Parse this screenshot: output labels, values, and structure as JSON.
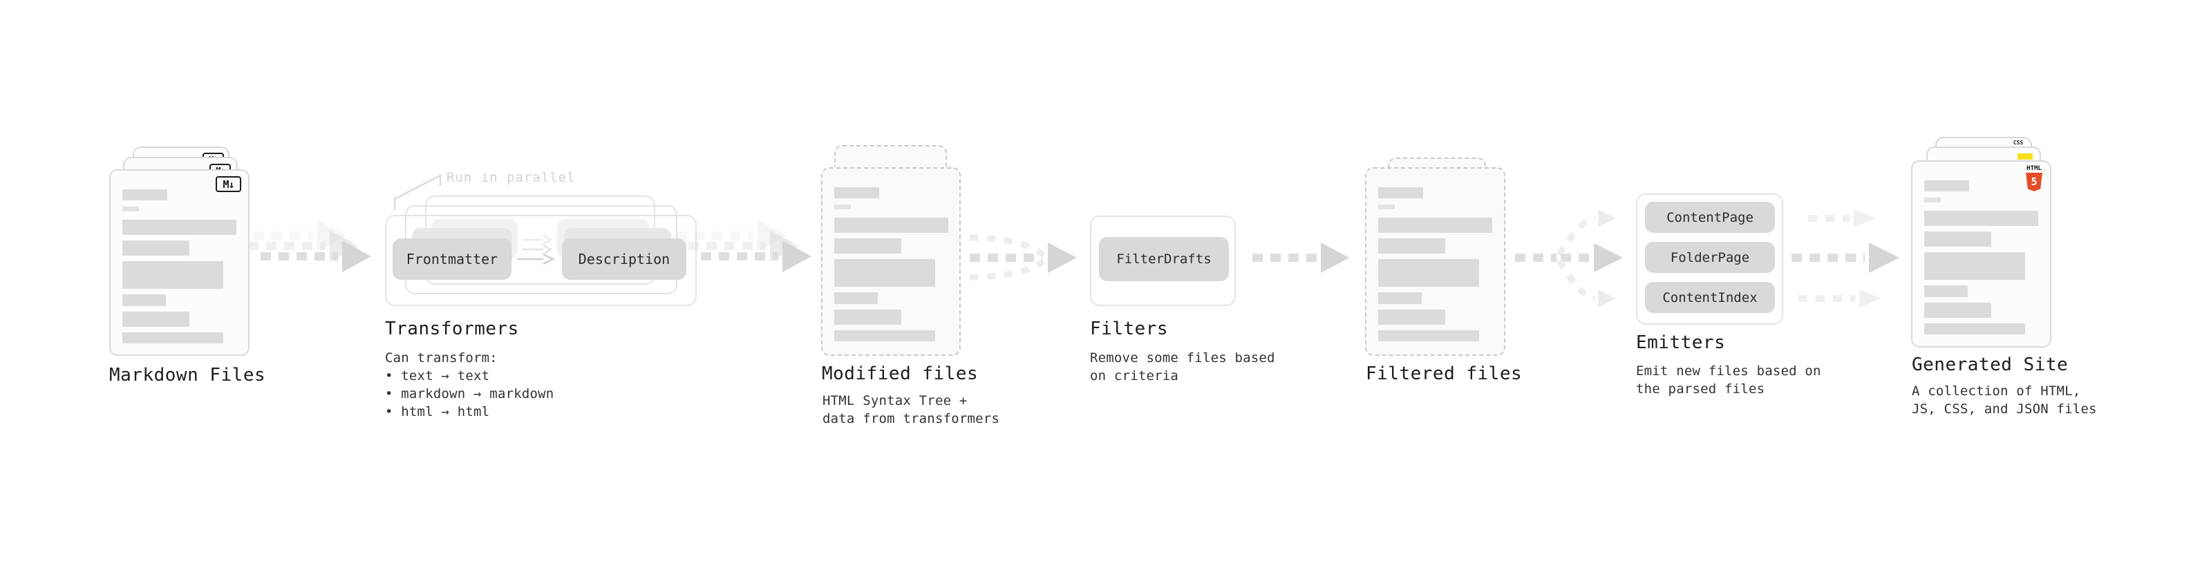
{
  "stages": {
    "markdown_files": {
      "title": "Markdown Files",
      "badge": "M↓"
    },
    "transformers": {
      "title": "Transformers",
      "note": "Run in parallel",
      "steps": [
        "Frontmatter",
        "Description"
      ],
      "description": "Can transform:\n • text → text\n • markdown → markdown\n • html → html"
    },
    "modified_files": {
      "title": "Modified files",
      "description": "HTML Syntax Tree +\ndata from transformers"
    },
    "filters": {
      "title": "Filters",
      "items": [
        "FilterDrafts"
      ],
      "description": "Remove some files based\non criteria"
    },
    "filtered_files": {
      "title": "Filtered files"
    },
    "emitters": {
      "title": "Emitters",
      "items": [
        "ContentPage",
        "FolderPage",
        "ContentIndex"
      ],
      "description": "Emit new files based on\nthe parsed files"
    },
    "generated_site": {
      "title": "Generated Site",
      "description": "A collection of HTML,\nJS, CSS, and JSON files",
      "badges": {
        "css": "CSS",
        "html": "HTML",
        "html_number": "5"
      }
    }
  },
  "colors": {
    "html5_orange": "#e44d26",
    "js_yellow": "#f7df1e",
    "css_blue": "#2965f1",
    "arrow_gray": "#dedede"
  }
}
